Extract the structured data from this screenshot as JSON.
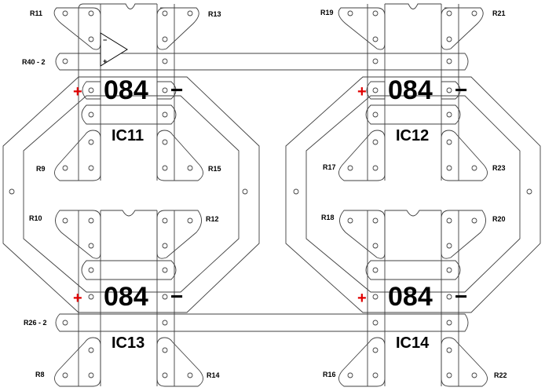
{
  "colors": {
    "trace": "#404040",
    "text": "#000000",
    "plus_sign": "#e00000",
    "background": "#ffffff"
  },
  "resistors": {
    "r11": "R11",
    "r13": "R13",
    "r19": "R19",
    "r21": "R21",
    "r40": "R40 - 2",
    "r9": "R9",
    "r15": "R15",
    "r17": "R17",
    "r23": "R23",
    "r10": "R10",
    "r12": "R12",
    "r18": "R18",
    "r20": "R20",
    "r26": "R26 - 2",
    "r8": "R8",
    "r14": "R14",
    "r16": "R16",
    "r22": "R22"
  },
  "chips": {
    "ic11": {
      "code": "084",
      "name": "IC11",
      "plus": "+",
      "minus": "−"
    },
    "ic12": {
      "code": "084",
      "name": "IC12",
      "plus": "+",
      "minus": "−"
    },
    "ic13": {
      "code": "084",
      "name": "IC13",
      "plus": "+",
      "minus": "−"
    },
    "ic14": {
      "code": "084",
      "name": "IC14",
      "plus": "+",
      "minus": "−"
    }
  },
  "opamp_symbol": {
    "minus": "−",
    "plus": "+",
    "icon": "op-amp-icon"
  }
}
